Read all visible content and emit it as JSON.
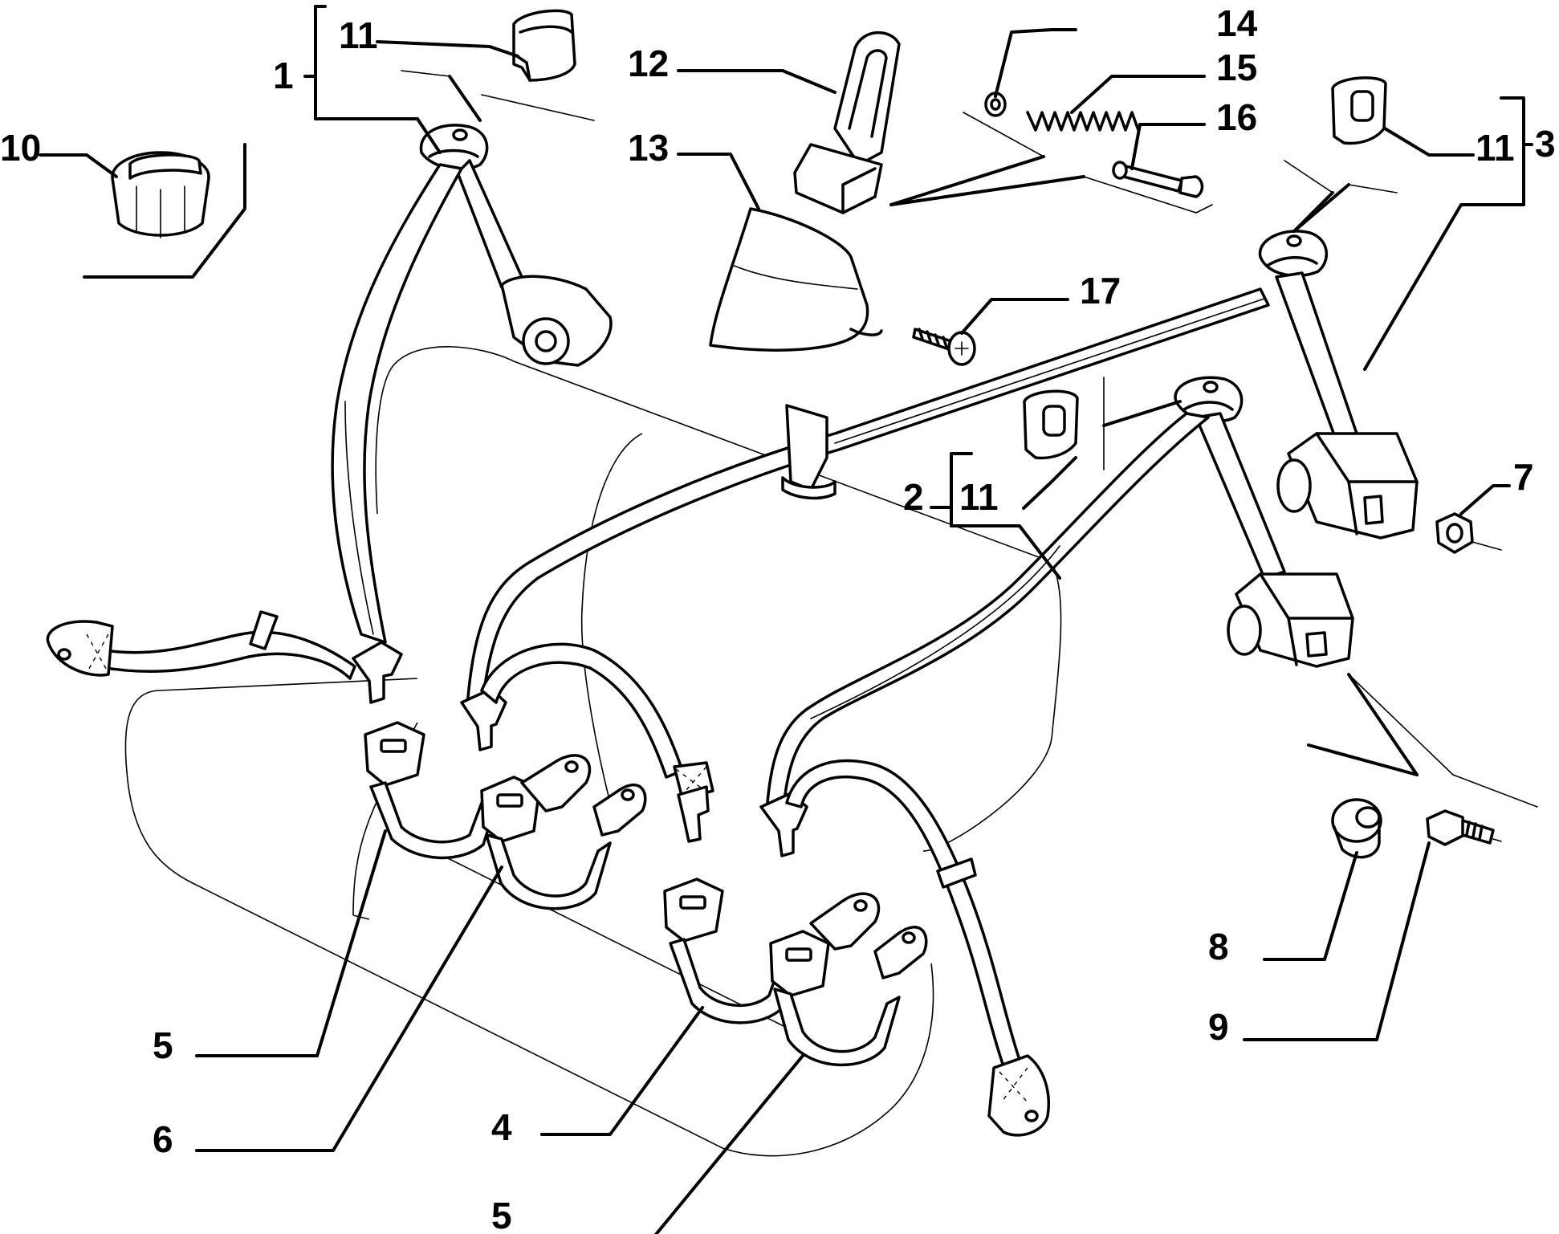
{
  "callouts": {
    "c1": "1",
    "c2": "2",
    "c3": "3",
    "c4": "4",
    "c5a": "5",
    "c5b": "5",
    "c6": "6",
    "c7": "7",
    "c8": "8",
    "c9": "9",
    "c10": "10",
    "c11a": "11",
    "c11b": "11",
    "c11c": "11",
    "c12": "12",
    "c13": "13",
    "c14": "14",
    "c15": "15",
    "c16": "16",
    "c17": "17"
  }
}
